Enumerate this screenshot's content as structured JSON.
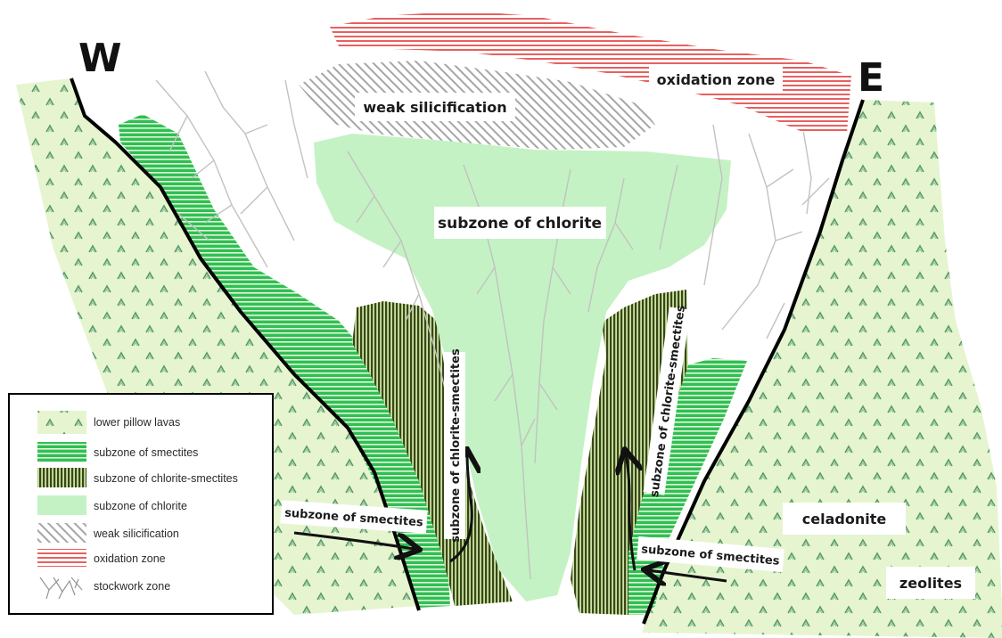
{
  "directions": {
    "west": "W",
    "east": "E"
  },
  "labels": {
    "oxidation_zone": "oxidation zone",
    "weak_silicification": "weak silicification",
    "subzone_chlorite": "subzone of chlorite",
    "subzone_chlorite_smectites_left": "subzone of chlorite-smectites",
    "subzone_chlorite_smectites_right": "subzone of chlorite-smectites",
    "subzone_smectites_left": "subzone of smectites",
    "subzone_smectites_right": "subzone of smectites",
    "celadonite": "celadonite",
    "zeolites": "zeolites"
  },
  "legend": {
    "items": [
      {
        "label": "lower pillow lavas",
        "pattern": "pillow"
      },
      {
        "label": "subzone of smectites",
        "pattern": "smectites"
      },
      {
        "label": "subzone of chlorite-smectites",
        "pattern": "chlsm"
      },
      {
        "label": "subzone of chlorite",
        "pattern": "chlorite"
      },
      {
        "label": "weak silicification",
        "pattern": "silic"
      },
      {
        "label": "oxidation zone",
        "pattern": "oxid"
      },
      {
        "label": "stockwork zone",
        "pattern": "stock"
      }
    ]
  },
  "colors": {
    "pillow_bg": "#e6f5cf",
    "pillow_mark": "#5a9a6a",
    "smectites": "#22b14c",
    "chlorite_smectites": "#3f4a1e",
    "chlorite": "#c4f2c4",
    "silicification": "#9a9a9a",
    "oxidation": "#e8605f",
    "stockwork": "#bdbdbd"
  }
}
